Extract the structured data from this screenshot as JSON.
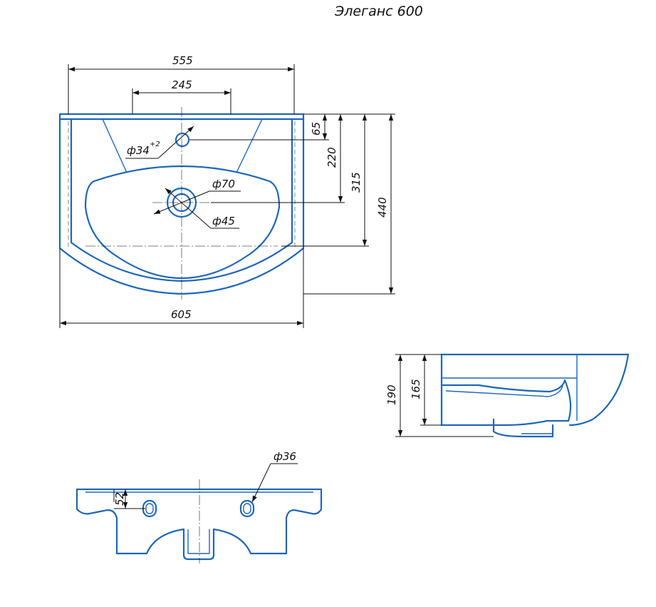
{
  "title": "Элеганс 600",
  "colors": {
    "outline": "#1f66b8",
    "ink": "#111111"
  },
  "top_view": {
    "width_outer": "555",
    "taps_spacing": "245",
    "overall_width": "605",
    "tap_hole_offset": "65",
    "drain_offset": "220",
    "bowl_depth": "315",
    "overall_depth": "440",
    "tap_hole_diameter": "ф34",
    "tap_hole_tolerance": "+2",
    "drain_outer_diameter": "ф70",
    "drain_inner_diameter": "ф45"
  },
  "side_view": {
    "overall_height": "190",
    "bowl_height": "165"
  },
  "rear_view": {
    "mount_hole_height": "52",
    "mount_hole_diameter": "ф36"
  }
}
